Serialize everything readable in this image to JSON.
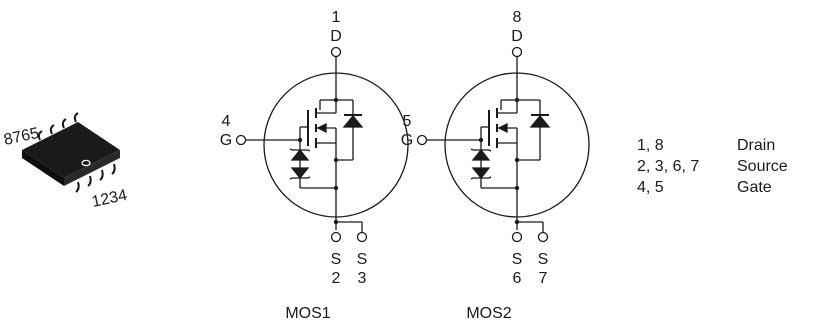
{
  "package": {
    "top_pins": "8765",
    "bottom_pins": "1234"
  },
  "mos1": {
    "name": "MOS1",
    "drain_pin": "1",
    "drain_label": "D",
    "gate_pin": "4",
    "gate_label": "G",
    "source1_label": "S",
    "source1_pin": "2",
    "source2_label": "S",
    "source2_pin": "3"
  },
  "mos2": {
    "name": "MOS2",
    "drain_pin": "8",
    "drain_label": "D",
    "gate_pin": "5",
    "gate_label": "G",
    "source1_label": "S",
    "source1_pin": "6",
    "source2_label": "S",
    "source2_pin": "7"
  },
  "pin_table": [
    {
      "pins": "1, 8",
      "function": "Drain"
    },
    {
      "pins": "2, 3, 6, 7",
      "function": "Source"
    },
    {
      "pins": "4, 5",
      "function": "Gate"
    }
  ],
  "colors": {
    "ink": "#1a1a1a",
    "background": "#ffffff"
  }
}
